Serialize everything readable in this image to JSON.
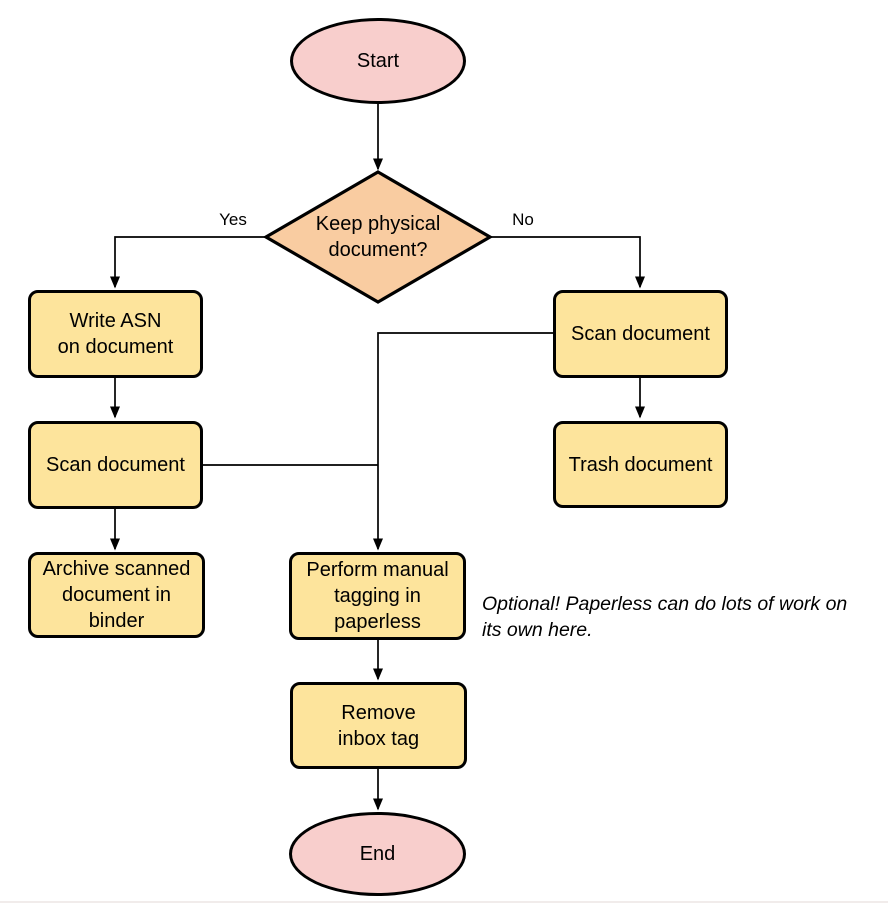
{
  "diagram": {
    "type": "flowchart",
    "nodes": {
      "start": {
        "label": "Start",
        "shape": "terminator"
      },
      "decision": {
        "label": "Keep physical\ndocument?",
        "shape": "decision"
      },
      "write_asn": {
        "label": "Write ASN\non document",
        "shape": "process"
      },
      "scan_left": {
        "label": "Scan document",
        "shape": "process"
      },
      "archive": {
        "label": "Archive scanned\ndocument in\nbinder",
        "shape": "process"
      },
      "scan_right": {
        "label": "Scan document",
        "shape": "process"
      },
      "trash": {
        "label": "Trash document",
        "shape": "process"
      },
      "tagging": {
        "label": "Perform manual\ntagging in\npaperless",
        "shape": "process"
      },
      "remove_inbox": {
        "label": "Remove\ninbox tag",
        "shape": "process"
      },
      "end": {
        "label": "End",
        "shape": "terminator"
      }
    },
    "edge_labels": {
      "yes": "Yes",
      "no": "No"
    },
    "note": {
      "text": "Optional! Paperless can do lots of work on\nits own here."
    },
    "colors": {
      "terminator_fill": "#F8CECC",
      "decision_fill": "#F9CCA1",
      "process_fill": "#FDE49C",
      "stroke": "#000000",
      "background": "#FFFFFF"
    }
  }
}
